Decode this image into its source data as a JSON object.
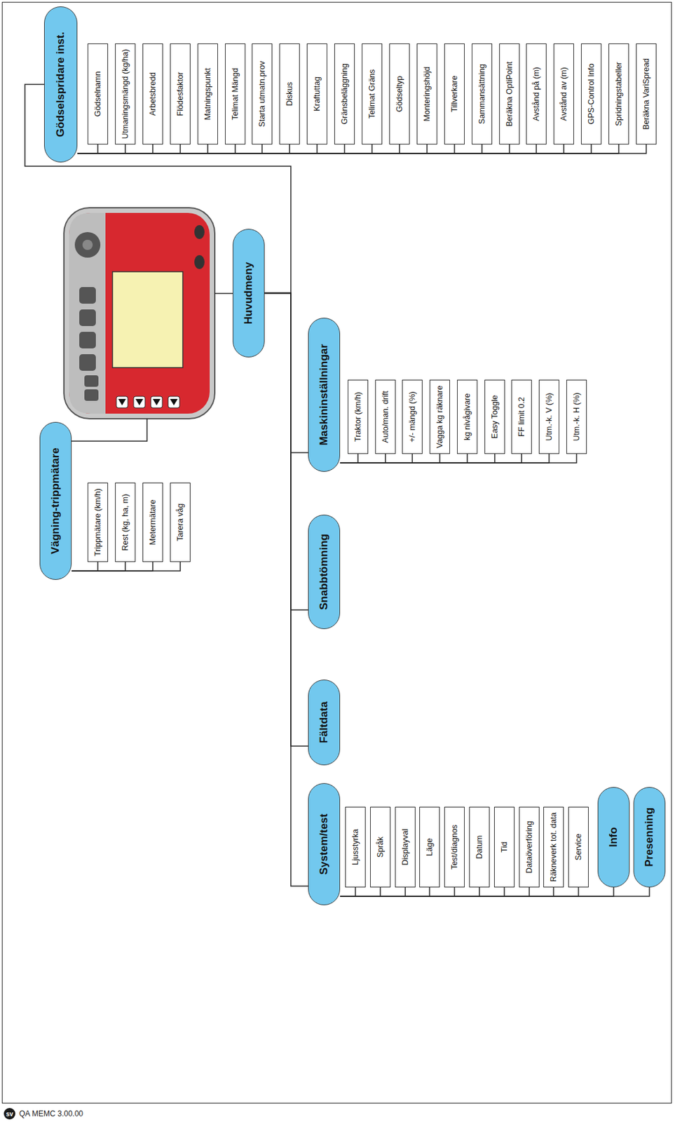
{
  "diagram": {
    "nodes": [
      {
        "text": [
          "Gödselspridare inst."
        ]
      },
      {
        "text": [
          "Gödselnamn"
        ]
      },
      {
        "text": [
          "Utmaningsmängd (kg/ha)"
        ]
      },
      {
        "text": [
          "Arbetsbredd"
        ]
      },
      {
        "text": [
          "Flödesfaktor"
        ]
      },
      {
        "text": [
          "Matningspunkt"
        ]
      },
      {
        "text": [
          "Telimat Mängd"
        ]
      },
      {
        "text": [
          "Starta utmatn.prov"
        ]
      },
      {
        "text": [
          "Diskus"
        ]
      },
      {
        "text": [
          "Kraftuttag"
        ]
      },
      {
        "text": [
          "Gränsbeläggning"
        ]
      },
      {
        "text": [
          "Telimat Gräns"
        ]
      },
      {
        "text": [
          "Gödseltyp"
        ]
      },
      {
        "text": [
          "Monteringshöjd"
        ]
      },
      {
        "text": [
          "Tillverkare"
        ]
      },
      {
        "text": [
          "Sammansättning"
        ]
      },
      {
        "text": [
          "Beräkna OptiPoint"
        ]
      },
      {
        "text": [
          "Avstånd på (m)"
        ]
      },
      {
        "text": [
          "Avstånd av (m)"
        ]
      },
      {
        "text": [
          "GPS-Control Info"
        ]
      },
      {
        "text": [
          "Spridningstabeller"
        ]
      },
      {
        "text": [
          "Beräkna VariSpread"
        ]
      },
      {
        "text": [
          "Vägning-trippmätare"
        ]
      },
      {
        "text": [
          "Trippmätare (km/h)"
        ]
      },
      {
        "text": [
          "Rest (kg, ha, m)"
        ]
      },
      {
        "text": [
          "Metermätare"
        ]
      },
      {
        "text": [
          "Tarera våg"
        ]
      },
      {
        "text": [
          "Huvudmeny"
        ]
      },
      {
        "text": [
          "Maskininställningar"
        ]
      },
      {
        "text": [
          "Traktor (km/h)"
        ]
      },
      {
        "text": [
          "Auto/man. drift"
        ]
      },
      {
        "text": [
          "+/- mängd (%)"
        ]
      },
      {
        "text": [
          "Vagga kg räknare"
        ]
      },
      {
        "text": [
          "kg nivågivare"
        ]
      },
      {
        "text": [
          "Easy Toggle"
        ]
      },
      {
        "text": [
          "FF limit 0.2"
        ]
      },
      {
        "text": [
          "Utm.-k. V (%)"
        ]
      },
      {
        "text": [
          "Utm.-k. H (%)"
        ]
      },
      {
        "text": [
          "Snabbtömning"
        ]
      },
      {
        "text": [
          "Fältdata"
        ]
      },
      {
        "text": [
          "System/test"
        ]
      },
      {
        "text": [
          "Ljusstyrka"
        ]
      },
      {
        "text": [
          "Språk"
        ]
      },
      {
        "text": [
          "Displayval"
        ]
      },
      {
        "text": [
          "Läge"
        ]
      },
      {
        "text": [
          "Test/diagnos"
        ]
      },
      {
        "text": [
          "Datum"
        ]
      },
      {
        "text": [
          "Tid"
        ]
      },
      {
        "text": [
          "Dataöverföring"
        ]
      },
      {
        "text": [
          "Räkneverk tot. data"
        ]
      },
      {
        "text": [
          "Service"
        ]
      },
      {
        "text": [
          "Info"
        ]
      },
      {
        "text": [
          "Presenning"
        ]
      }
    ],
    "edges": [
      {
        "from": 27,
        "to": 0,
        "arrow": "none"
      },
      {
        "from": 0,
        "to": 1,
        "arrow": "none"
      },
      {
        "from": 0,
        "to": 2,
        "arrow": "none"
      },
      {
        "from": 0,
        "to": 3,
        "arrow": "none"
      },
      {
        "from": 0,
        "to": 4,
        "arrow": "none"
      },
      {
        "from": 0,
        "to": 5,
        "arrow": "none"
      },
      {
        "from": 0,
        "to": 6,
        "arrow": "none"
      },
      {
        "from": 0,
        "to": 7,
        "arrow": "none"
      },
      {
        "from": 0,
        "to": 8,
        "arrow": "none"
      },
      {
        "from": 0,
        "to": 9,
        "arrow": "none"
      },
      {
        "from": 0,
        "to": 10,
        "arrow": "none"
      },
      {
        "from": 0,
        "to": 11,
        "arrow": "none"
      },
      {
        "from": 0,
        "to": 12,
        "arrow": "none"
      },
      {
        "from": 0,
        "to": 13,
        "arrow": "none"
      },
      {
        "from": 0,
        "to": 14,
        "arrow": "none"
      },
      {
        "from": 0,
        "to": 15,
        "arrow": "none"
      },
      {
        "from": 0,
        "to": 16,
        "arrow": "none"
      },
      {
        "from": 0,
        "to": 17,
        "arrow": "none"
      },
      {
        "from": 0,
        "to": 18,
        "arrow": "none"
      },
      {
        "from": 0,
        "to": 19,
        "arrow": "none"
      },
      {
        "from": 0,
        "to": 20,
        "arrow": "none"
      },
      {
        "from": 0,
        "to": 21,
        "arrow": "none"
      },
      {
        "from": 22,
        "to": 23,
        "arrow": "none"
      },
      {
        "from": 22,
        "to": 24,
        "arrow": "none"
      },
      {
        "from": 22,
        "to": 25,
        "arrow": "none"
      },
      {
        "from": 22,
        "to": 26,
        "arrow": "none"
      },
      {
        "from": 27,
        "to": 28,
        "arrow": "none"
      },
      {
        "from": 27,
        "to": 38,
        "arrow": "none"
      },
      {
        "from": 27,
        "to": 39,
        "arrow": "none"
      },
      {
        "from": 27,
        "to": 40,
        "arrow": "none"
      },
      {
        "from": 28,
        "to": 29,
        "arrow": "none"
      },
      {
        "from": 28,
        "to": 30,
        "arrow": "none"
      },
      {
        "from": 28,
        "to": 31,
        "arrow": "none"
      },
      {
        "from": 28,
        "to": 32,
        "arrow": "none"
      },
      {
        "from": 28,
        "to": 33,
        "arrow": "none"
      },
      {
        "from": 28,
        "to": 34,
        "arrow": "none"
      },
      {
        "from": 28,
        "to": 35,
        "arrow": "none"
      },
      {
        "from": 28,
        "to": 36,
        "arrow": "none"
      },
      {
        "from": 28,
        "to": 37,
        "arrow": "none"
      },
      {
        "from": 40,
        "to": 41,
        "arrow": "none"
      },
      {
        "from": 40,
        "to": 42,
        "arrow": "none"
      },
      {
        "from": 40,
        "to": 43,
        "arrow": "none"
      },
      {
        "from": 40,
        "to": 44,
        "arrow": "none"
      },
      {
        "from": 40,
        "to": 45,
        "arrow": "none"
      },
      {
        "from": 40,
        "to": 46,
        "arrow": "none"
      },
      {
        "from": 40,
        "to": 47,
        "arrow": "none"
      },
      {
        "from": 40,
        "to": 48,
        "arrow": "none"
      },
      {
        "from": 40,
        "to": 49,
        "arrow": "none"
      },
      {
        "from": 40,
        "to": 50,
        "arrow": "none"
      },
      {
        "from": 40,
        "to": 51,
        "arrow": "none"
      },
      {
        "from": 40,
        "to": 52,
        "arrow": "none"
      }
    ],
    "labels": [
      "sv",
      "QA MEMC 3.00.00"
    ]
  }
}
